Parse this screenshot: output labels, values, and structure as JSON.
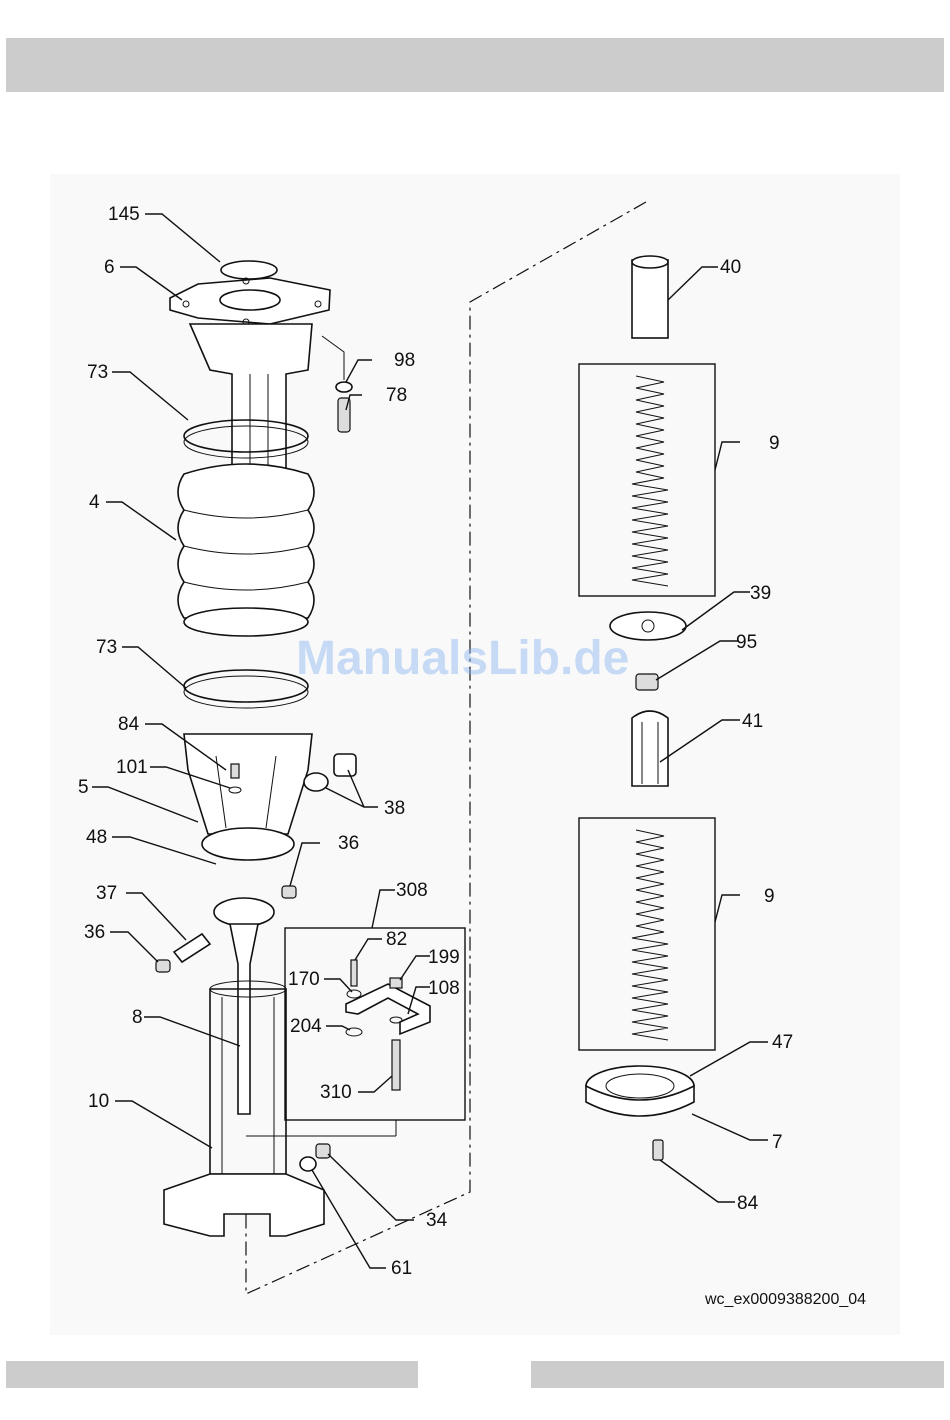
{
  "callouts": {
    "c145": "145",
    "c6": "6",
    "c73a": "73",
    "c4": "4",
    "c73b": "73",
    "c84a": "84",
    "c101": "101",
    "c5": "5",
    "c48": "48",
    "c37": "37",
    "c36a": "36",
    "c36b": "36",
    "c8": "8",
    "c10": "10",
    "c98": "98",
    "c78": "78",
    "c38": "38",
    "c308": "308",
    "c82": "82",
    "c199": "199",
    "c170": "170",
    "c108": "108",
    "c204": "204",
    "c310": "310",
    "c34": "34",
    "c61": "61",
    "c40": "40",
    "c9a": "9",
    "c39": "39",
    "c95": "95",
    "c41": "41",
    "c9b": "9",
    "c47": "47",
    "c7": "7",
    "c84b": "84"
  },
  "drawing_ref": "wc_ex0009388200_04",
  "watermark": "ManualsLib.de",
  "colors": {
    "bars": "#cccccc",
    "drawing_bg": "#f9f9f9",
    "line": "#111111",
    "watermark": "#8ab4f0"
  }
}
